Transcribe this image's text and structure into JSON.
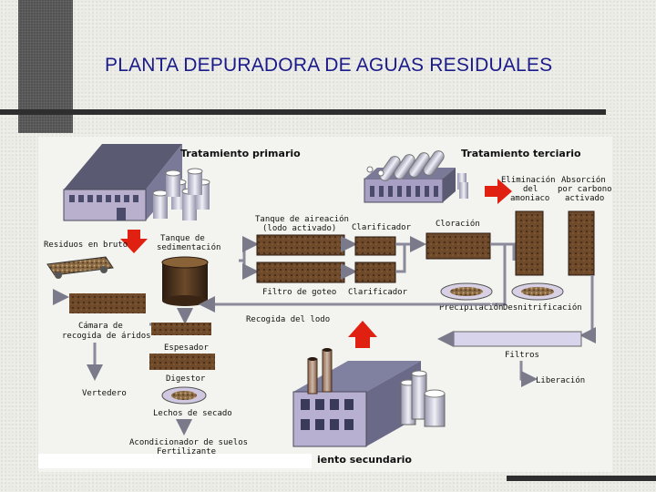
{
  "slide": {
    "title": "PLANTA DEPURADORA DE AGUAS RESIDUALES"
  },
  "diagram": {
    "headers": {
      "primary": "Tratamiento primario",
      "tertiary": "Tratamiento terciario",
      "secondary": "iento secundario"
    },
    "labels": {
      "residuos": "Residuos en bruto",
      "tanque_sed_1": "Tanque de",
      "tanque_sed_2": "sedimentación",
      "aireacion_1": "Tanque de aireación",
      "aireacion_2": "(lodo activado)",
      "clarificador_top": "Clarificador",
      "cloracion": "Cloración",
      "elim_1": "Eliminación",
      "elim_2": "del",
      "elim_3": "amoniaco",
      "absor_1": "Absorción",
      "absor_2": "por carbono",
      "absor_3": "activado",
      "filtro_goteo": "Filtro de goteo",
      "clarificador_bottom": "Clarificador",
      "precipitacion": "Precipitación",
      "desnitrificacion": "Desnitrificación",
      "camara_1": "Cámara de",
      "camara_2": "recogida de áridos",
      "recogida_lodo": "Recogida del lodo",
      "espesador": "Espesador",
      "filtros": "Filtros",
      "digestor": "Digestor",
      "liberacion": "Liberación",
      "vertedero": "Vertedero",
      "lechos": "Lechos de secado",
      "acond_1": "Acondicionador de suelos",
      "acond_2": "Fertilizante"
    }
  },
  "colors": {
    "title": "#1a1a8a",
    "arrow_red": "#e02010",
    "building": "#b0a8c8",
    "sludge": "#6b4a2a"
  }
}
